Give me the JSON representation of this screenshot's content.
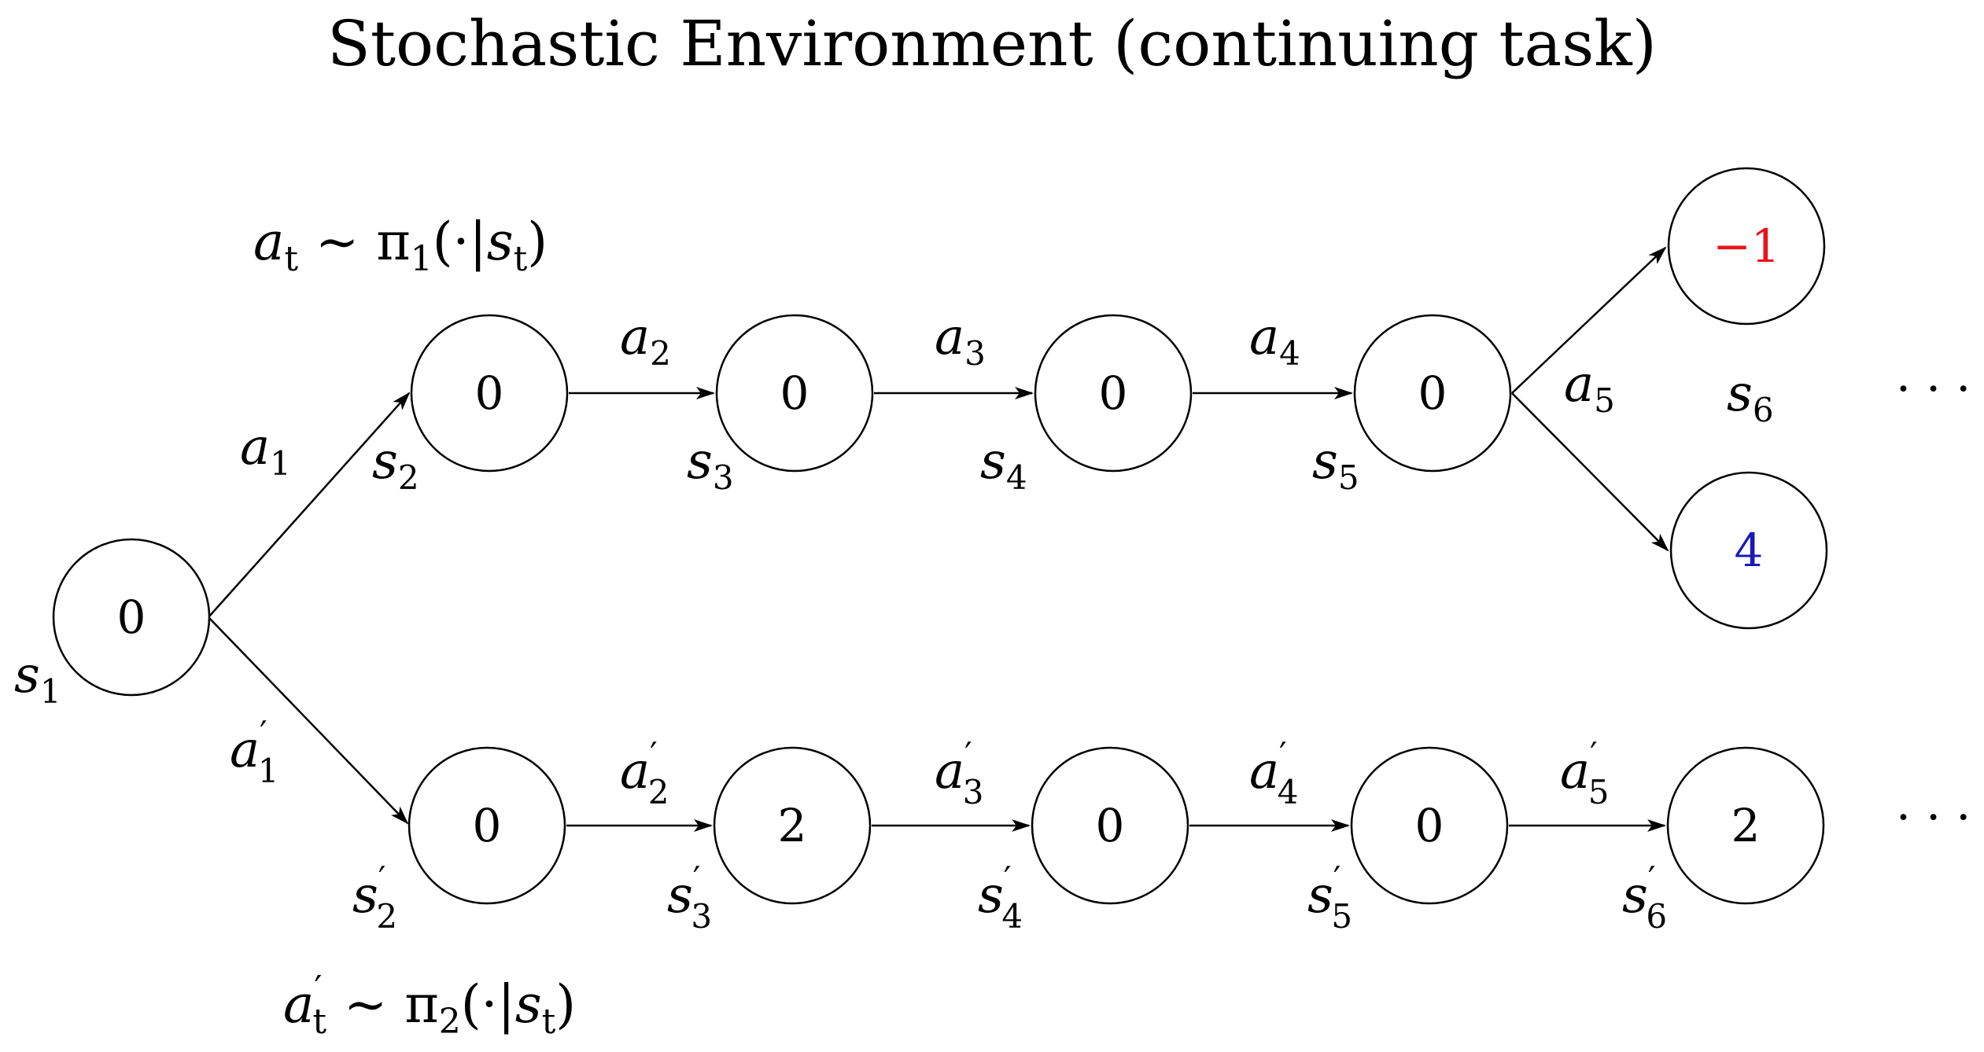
{
  "title": "Stochastic Environment (continuing task)",
  "colors": {
    "negative": "#e8141c",
    "positive": "#1a1ab8",
    "default": "#000000"
  },
  "policy_top": {
    "a": "a",
    "sub": "t",
    "sim": "∼",
    "pi": "π",
    "pisub": "1",
    "rest": "(·|",
    "s": "s",
    "ssub": "t",
    "close": ")"
  },
  "policy_bottom": {
    "a": "a",
    "prime": "′",
    "sub": "t",
    "sim": "∼",
    "pi": "π",
    "pisub": "2",
    "rest": "(·|",
    "s": "s",
    "ssub": "t",
    "close": ")"
  },
  "nodes": {
    "s1": {
      "value": "0",
      "label": "s",
      "sub": "1"
    },
    "s2": {
      "value": "0",
      "label": "s",
      "sub": "2"
    },
    "s3": {
      "value": "0",
      "label": "s",
      "sub": "3"
    },
    "s4": {
      "value": "0",
      "label": "s",
      "sub": "4"
    },
    "s5": {
      "value": "0",
      "label": "s",
      "sub": "5"
    },
    "s6_top": {
      "value": "−1"
    },
    "s6_bottom": {
      "value": "4"
    },
    "s6_label": {
      "label": "s",
      "sub": "6"
    },
    "s2p": {
      "value": "0",
      "label": "s",
      "prime": "′",
      "sub": "2"
    },
    "s3p": {
      "value": "2",
      "label": "s",
      "prime": "′",
      "sub": "3"
    },
    "s4p": {
      "value": "0",
      "label": "s",
      "prime": "′",
      "sub": "4"
    },
    "s5p": {
      "value": "0",
      "label": "s",
      "prime": "′",
      "sub": "5"
    },
    "s6p": {
      "value": "2",
      "label": "s",
      "prime": "′",
      "sub": "6"
    }
  },
  "actions": {
    "a1": {
      "a": "a",
      "sub": "1"
    },
    "a2": {
      "a": "a",
      "sub": "2"
    },
    "a3": {
      "a": "a",
      "sub": "3"
    },
    "a4": {
      "a": "a",
      "sub": "4"
    },
    "a5": {
      "a": "a",
      "sub": "5"
    },
    "a1p": {
      "a": "a",
      "prime": "′",
      "sub": "1"
    },
    "a2p": {
      "a": "a",
      "prime": "′",
      "sub": "2"
    },
    "a3p": {
      "a": "a",
      "prime": "′",
      "sub": "3"
    },
    "a4p": {
      "a": "a",
      "prime": "′",
      "sub": "4"
    },
    "a5p": {
      "a": "a",
      "prime": "′",
      "sub": "5"
    }
  },
  "ellipsis": {
    "top": "· · ·",
    "bottom": "· · ·"
  }
}
